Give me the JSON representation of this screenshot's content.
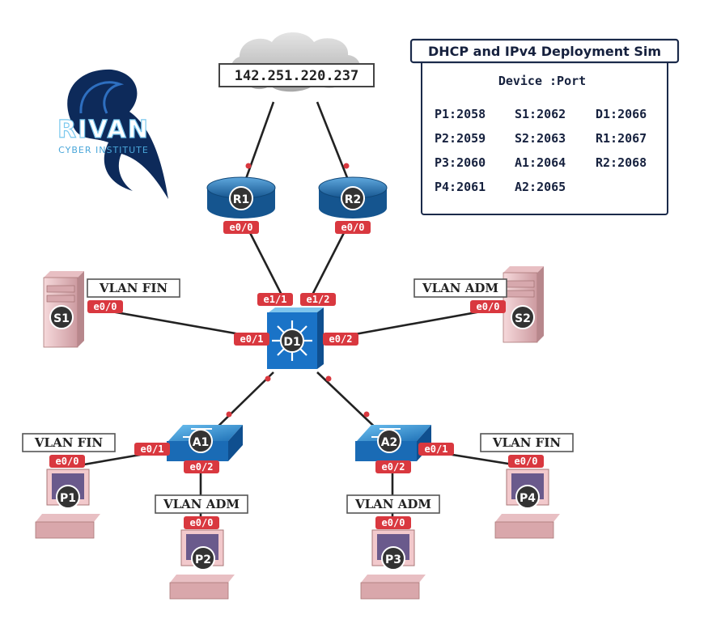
{
  "logo": {
    "name": "RIVAN",
    "subtitle": "CYBER INSTITUTE"
  },
  "cloud": {
    "ip": "142.251.220.237"
  },
  "info_box": {
    "title": "DHCP and IPv4 Deployment Sim",
    "header": "Device :Port",
    "entries": [
      [
        "P1:2058",
        "S1:2062",
        "D1:2066"
      ],
      [
        "P2:2059",
        "S2:2063",
        "R1:2067"
      ],
      [
        "P3:2060",
        "A1:2064",
        "R2:2068"
      ],
      [
        "P4:2061",
        "A2:2065",
        ""
      ]
    ]
  },
  "devices": {
    "r1": "R1",
    "r2": "R2",
    "d1": "D1",
    "a1": "A1",
    "a2": "A2",
    "s1": "S1",
    "s2": "S2",
    "p1": "P1",
    "p2": "P2",
    "p3": "P3",
    "p4": "P4"
  },
  "vlans": {
    "s1": "VLAN FIN",
    "s2": "VLAN ADM",
    "p1": "VLAN FIN",
    "p2": "VLAN ADM",
    "p3": "VLAN ADM",
    "p4": "VLAN FIN"
  },
  "ports": {
    "r1": "e0/0",
    "r2": "e0/0",
    "d1_r1": "e1/1",
    "d1_r2": "e1/2",
    "d1_s1": "e0/1",
    "d1_s2": "e0/2",
    "s1": "e0/0",
    "s2": "e0/0",
    "a1_p1": "e0/1",
    "a1_p2": "e0/2",
    "a2_p4": "e0/1",
    "a2_p3": "e0/2",
    "p1": "e0/0",
    "p2": "e0/0",
    "p3": "e0/0",
    "p4": "e0/0"
  },
  "colors": {
    "port_badge": "#d9383f",
    "device_circle": "#333333",
    "router_blue": "#1e6fb0",
    "switch_blue": "#1a73c7",
    "server_pink": "#f2c9cc",
    "cable": "#222222",
    "link_dot": "#d9383f"
  }
}
